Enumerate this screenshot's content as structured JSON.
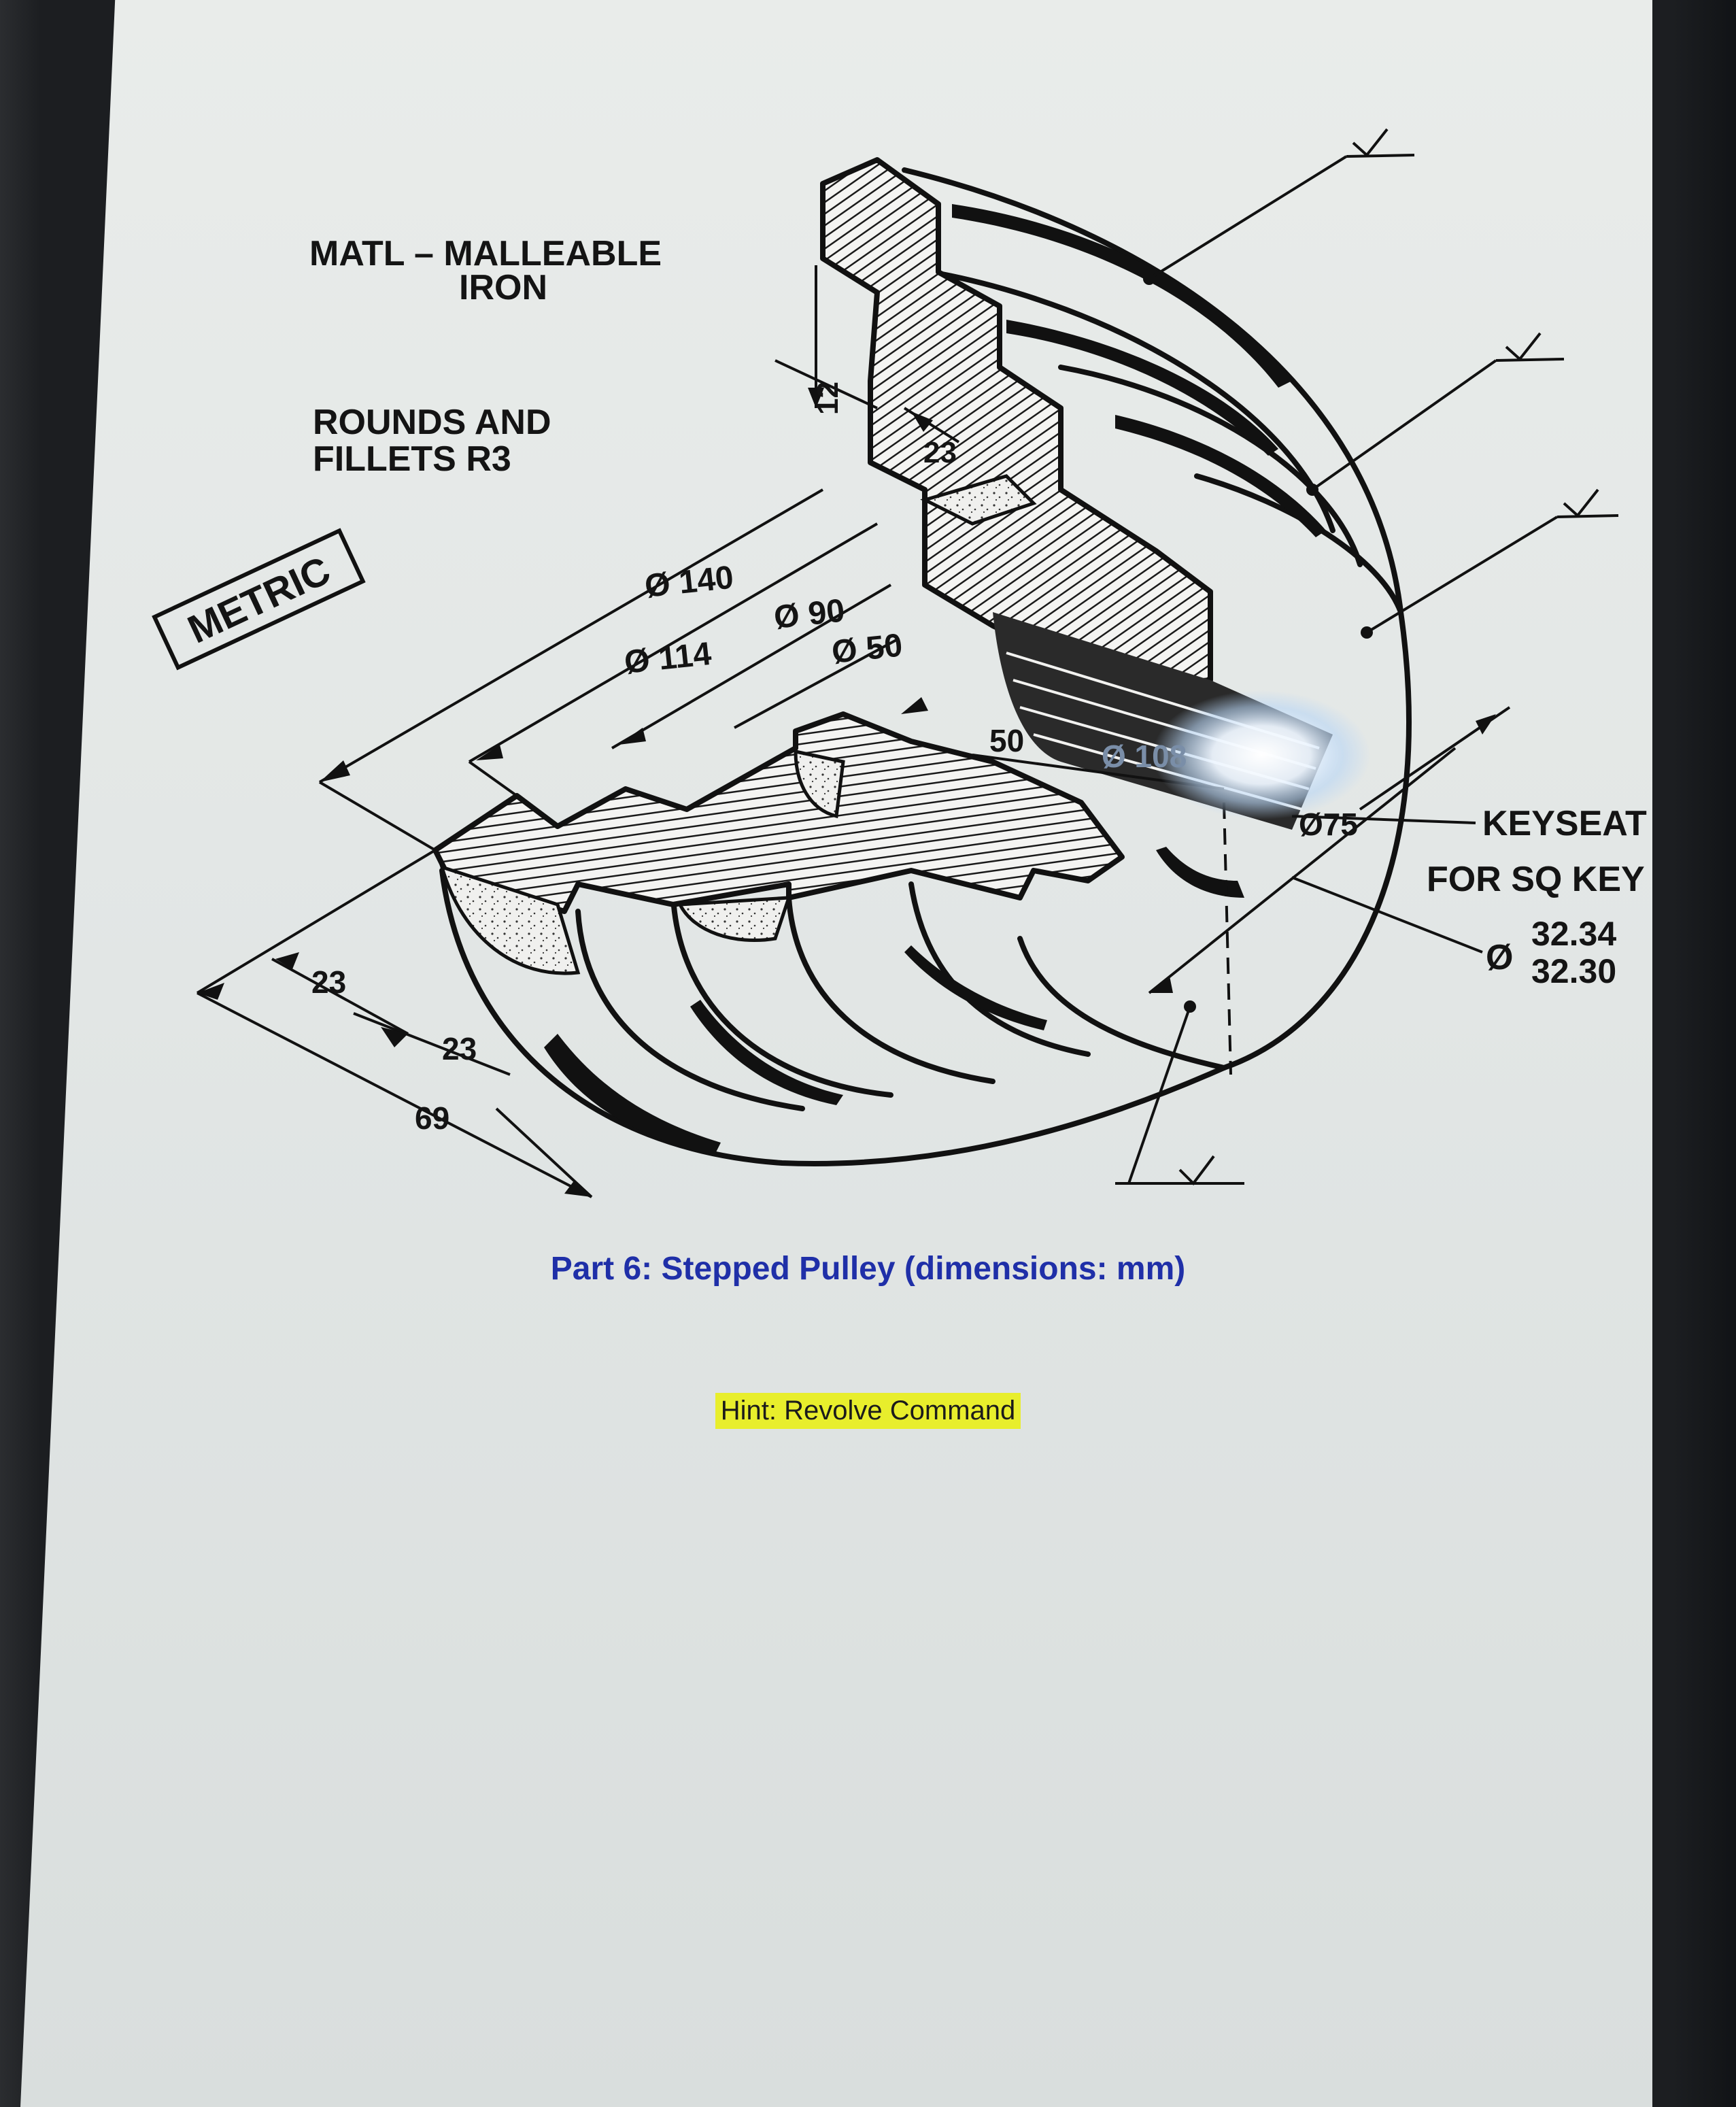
{
  "notes": {
    "material_line1": "MATL – MALLEABLE",
    "material_line2": "IRON",
    "rounds_line1": "ROUNDS AND",
    "rounds_line2": "FILLETS R3",
    "units_stamp": "METRIC"
  },
  "dimensions": {
    "dia_140": "Ø 140",
    "dia_114": "Ø 114",
    "dia_90": "Ø 90",
    "dia_50": "Ø 50",
    "dia_108": "Ø 108",
    "dia_75": "Ø75",
    "len_50": "50",
    "len_12": "12",
    "len_23_top": "23",
    "len_23_left": "23",
    "len_23_mid": "23",
    "len_69": "69"
  },
  "keyseat": {
    "line1": "KEYSEAT",
    "line2": "FOR SQ KEY",
    "dia_symbol": "Ø",
    "upper_limit": "32.34",
    "lower_limit": "32.30"
  },
  "caption": {
    "title": "Part 6: Stepped Pulley (dimensions: mm)",
    "hint": "Hint: Revolve Command"
  },
  "colors": {
    "caption": "#1f2fa8",
    "hint_highlight": "#e8ee2c",
    "ink": "#141414"
  }
}
